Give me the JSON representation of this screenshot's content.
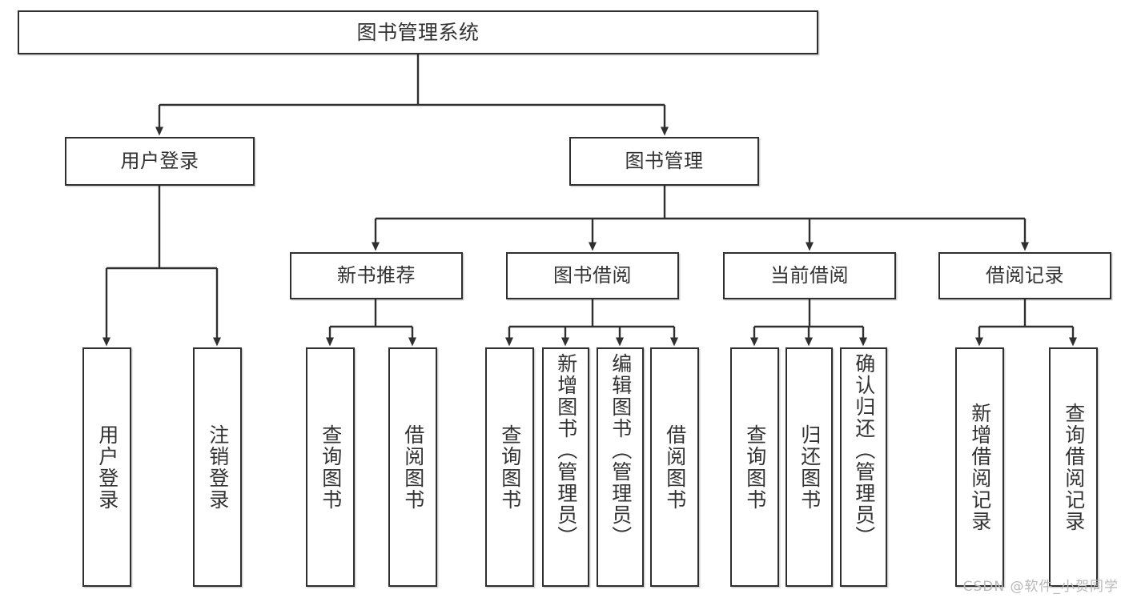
{
  "diagram": {
    "type": "tree-hierarchy",
    "title": "图书管理系统",
    "watermark": "CSDN @软件_小贺同学",
    "colors": {
      "stroke": "#2f2f2f",
      "text": "#333333",
      "background": "#ffffff",
      "watermark": "#b9b9b9"
    },
    "nodes": {
      "root": {
        "label": "图书管理系统"
      },
      "level2": [
        {
          "label": "用户登录"
        },
        {
          "label": "图书管理"
        }
      ],
      "level3": [
        {
          "label": "新书推荐"
        },
        {
          "label": "图书借阅"
        },
        {
          "label": "当前借阅"
        },
        {
          "label": "借阅记录"
        }
      ],
      "leaves": [
        {
          "label": "用户登录",
          "parent": "用户登录"
        },
        {
          "label": "注销登录",
          "parent": "用户登录"
        },
        {
          "label": "查询图书",
          "parent": "新书推荐"
        },
        {
          "label": "借阅图书",
          "parent": "新书推荐"
        },
        {
          "label": "查询图书",
          "parent": "图书借阅"
        },
        {
          "label": "新增图书（管理员）",
          "parent": "图书借阅"
        },
        {
          "label": "编辑图书（管理员）",
          "parent": "图书借阅"
        },
        {
          "label": "借阅图书",
          "parent": "图书借阅"
        },
        {
          "label": "查询图书",
          "parent": "当前借阅"
        },
        {
          "label": "归还图书",
          "parent": "当前借阅"
        },
        {
          "label": "确认归还（管理员）",
          "parent": "当前借阅"
        },
        {
          "label": "新增借阅记录",
          "parent": "借阅记录"
        },
        {
          "label": "查询借阅记录",
          "parent": "借阅记录"
        }
      ]
    }
  }
}
